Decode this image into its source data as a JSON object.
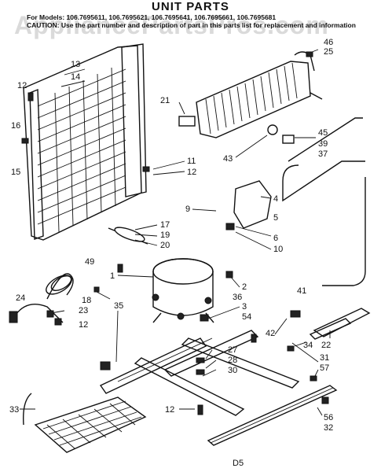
{
  "header": {
    "title": "UNIT PARTS",
    "models": "For Models: 106.7695611, 106.7695621, 106.7695641, 106.7695661, 106.7695681",
    "caution": "CAUTION: Use the part number and description of part in this parts list for replacement and information"
  },
  "watermark": "AppliancePartsPros.com",
  "footer_code": "D5",
  "callouts": [
    "13",
    "14",
    "12",
    "16",
    "15",
    "11",
    "12",
    "21",
    "46",
    "25",
    "45",
    "39",
    "37",
    "43",
    "9",
    "4",
    "5",
    "6",
    "10",
    "17",
    "19",
    "20",
    "49",
    "1",
    "2",
    "36",
    "3",
    "54",
    "41",
    "42",
    "34",
    "22",
    "24",
    "18",
    "23",
    "12",
    "35",
    "27",
    "28",
    "30",
    "31",
    "57",
    "33",
    "12",
    "56",
    "32"
  ]
}
